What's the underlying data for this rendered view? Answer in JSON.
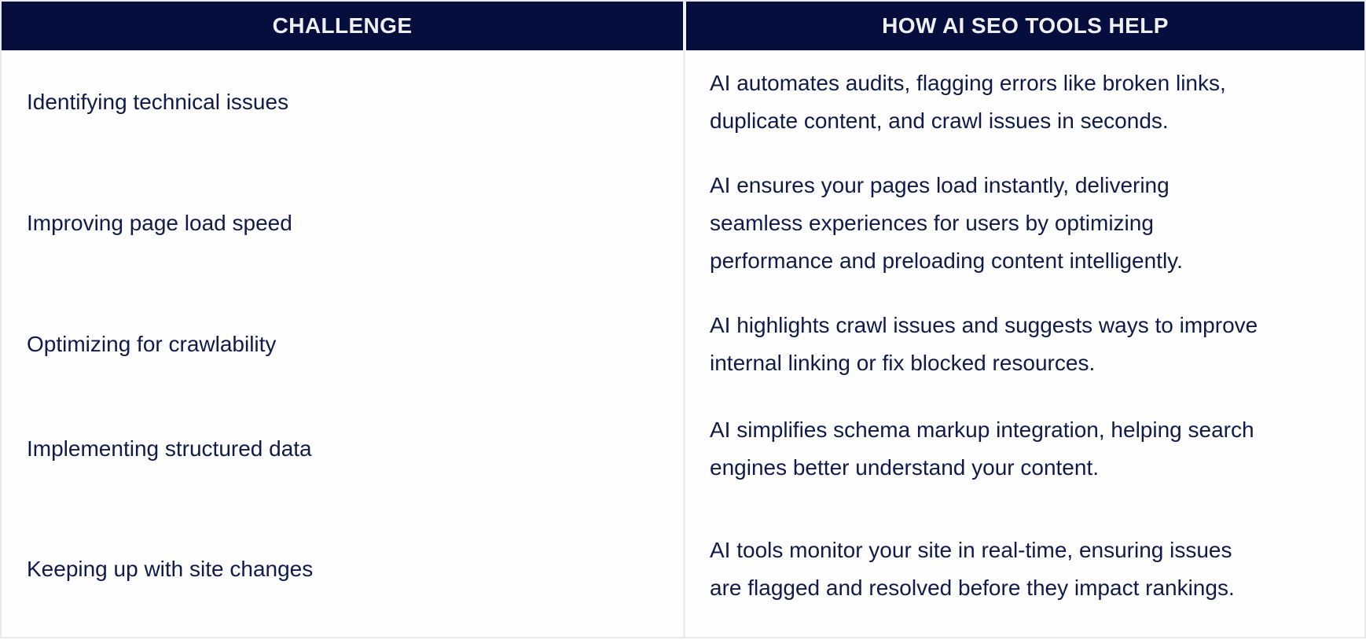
{
  "table": {
    "columns": [
      {
        "label": "CHALLENGE"
      },
      {
        "label": "HOW AI SEO TOOLS HELP"
      }
    ],
    "rows": [
      {
        "challenge": "Identifying technical issues",
        "solution": "AI automates audits, flagging errors like broken links,\nduplicate content, and crawl issues in seconds."
      },
      {
        "challenge": "Improving page load speed",
        "solution": "AI ensures your pages load instantly, delivering\nseamless experiences for users by optimizing\nperformance and preloading content intelligently."
      },
      {
        "challenge": "Optimizing for crawlability",
        "solution": "AI highlights crawl issues and suggests ways to improve\ninternal linking or fix blocked resources."
      },
      {
        "challenge": "Implementing structured data",
        "solution": "AI simplifies schema markup integration, helping search\nengines better understand your content."
      },
      {
        "challenge": "Keeping up with site changes",
        "solution": "AI tools monitor your site in real-time, ensuring issues\nare flagged and resolved before they impact rankings."
      }
    ],
    "colors": {
      "header_bg": "#050E3D",
      "header_text": "#F0F0F3",
      "body_text": "#101B4B",
      "row_border": "#E7E7E9",
      "column_divider": "#EDEDEF"
    }
  }
}
